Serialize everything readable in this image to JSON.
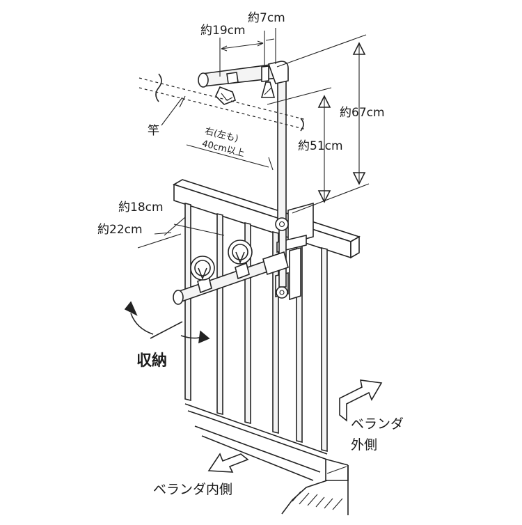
{
  "figure": {
    "dimensions": {
      "top_width_19": "約19cm",
      "top_width_7": "約7cm",
      "height_67": "約67cm",
      "height_51": "約51cm",
      "depth_18": "約18cm",
      "depth_22": "約22cm"
    },
    "annotations": {
      "pole": "竿",
      "clearance_line1": "右(左も)",
      "clearance_line2": "40cm以上",
      "storage": "収納",
      "outside_line1": "ベランダ",
      "outside_line2": "外側",
      "inside": "ベランダ内側"
    }
  }
}
